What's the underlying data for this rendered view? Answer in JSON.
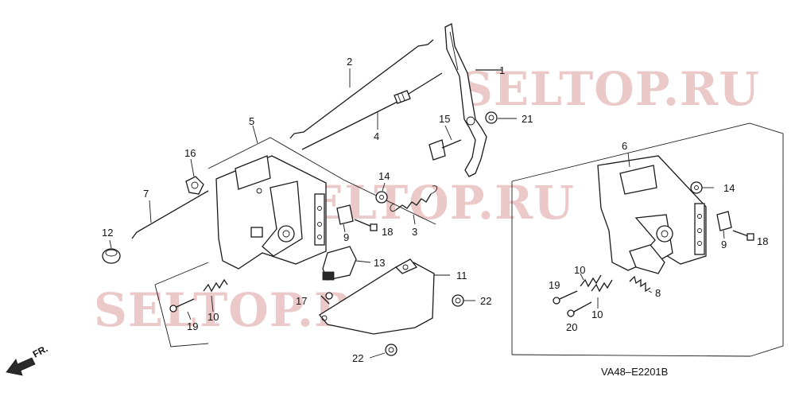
{
  "diagram": {
    "code": "VA48–E2201B",
    "direction": "FR.",
    "watermarks": [
      "SELTOP.RU",
      "SELTOP.RU",
      "SELTOP.RU"
    ],
    "callouts": {
      "c1": "1",
      "c2": "2",
      "c3": "3",
      "c4": "4",
      "c5": "5",
      "c6": "6",
      "c7": "7",
      "c8": "8",
      "c9a": "9",
      "c9b": "9",
      "c10a": "10",
      "c10b": "10",
      "c10c": "10",
      "c11": "11",
      "c12": "12",
      "c13": "13",
      "c14a": "14",
      "c14b": "14",
      "c15": "15",
      "c16": "16",
      "c17": "17",
      "c18a": "18",
      "c18b": "18",
      "c19a": "19",
      "c19b": "19",
      "c20": "20",
      "c21": "21",
      "c22a": "22",
      "c22b": "22"
    }
  }
}
